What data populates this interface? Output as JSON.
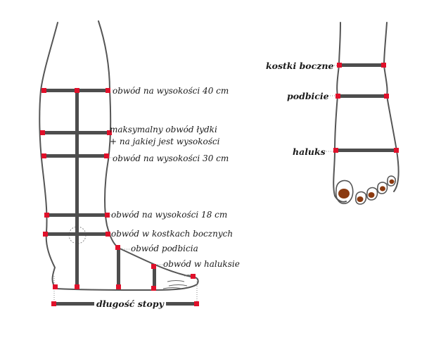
{
  "leg_labels": {
    "circ_40": "obwód  na wysokości 40 cm",
    "calf_max_line1": "maksymalny  obwód łydki",
    "calf_max_line2": "+ na jakiej jest wysokości",
    "circ_30": "obwód  na wysokości 30 cm",
    "circ_18": "obwód  na wysokości 18 cm",
    "ankle": "obwód  w kostkach bocznych",
    "instep": "obwód  podbicia",
    "bunion": "obwód w haluksie",
    "foot_length": "długość stopy"
  },
  "foot_labels": {
    "ankles": "kostki boczne",
    "instep": "podbicie",
    "bunion": "haluks"
  },
  "colors": {
    "outline": "#555555",
    "bar": "#4d4d4d",
    "marker": "#e0102a",
    "toenail": "#8b3a10"
  }
}
